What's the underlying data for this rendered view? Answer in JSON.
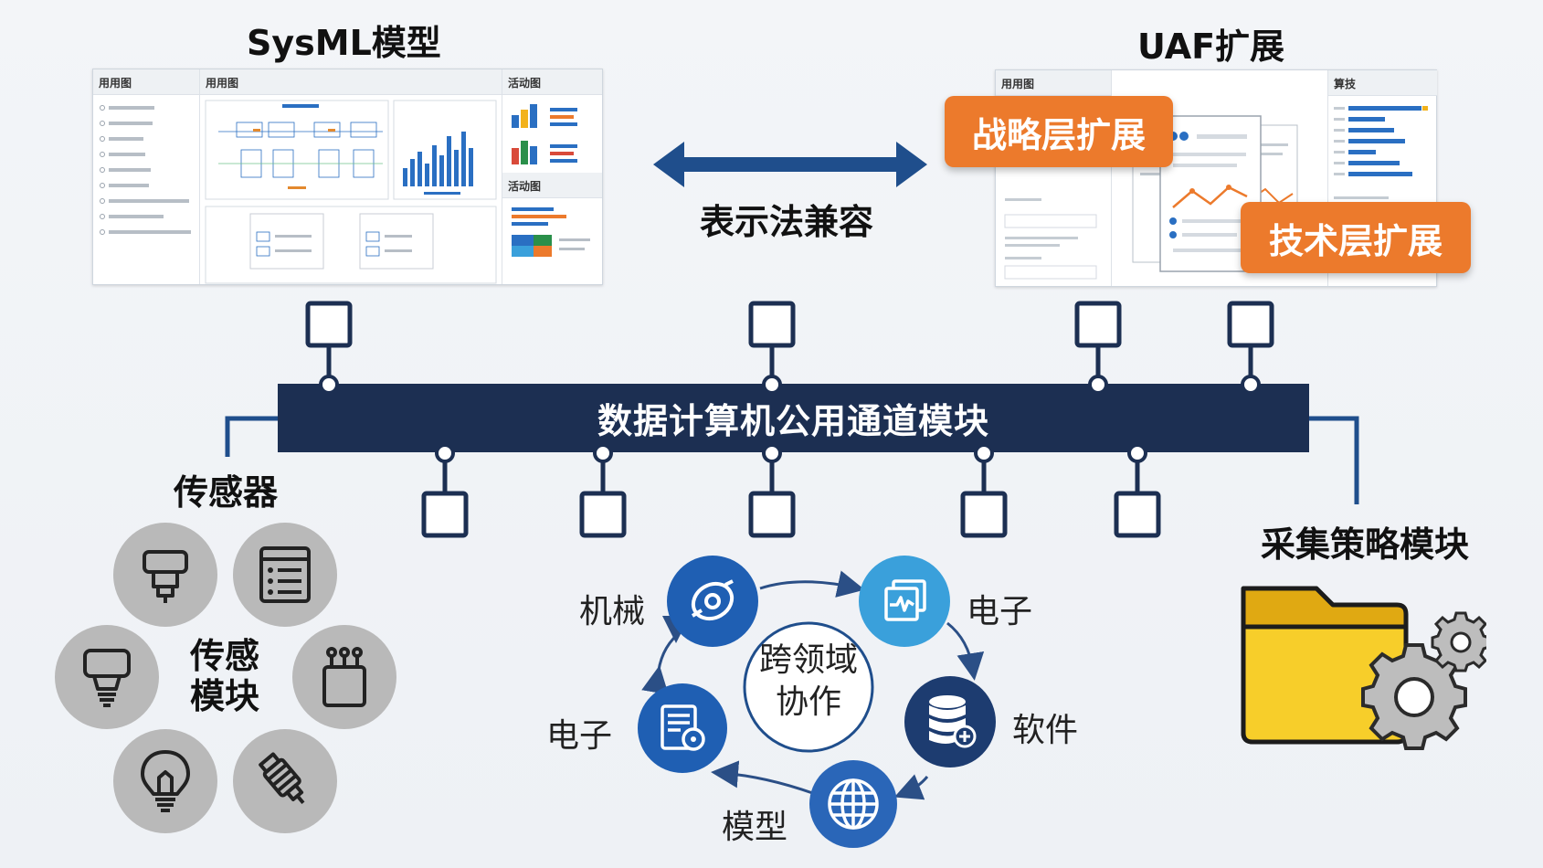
{
  "titles": {
    "sysml": "SysML模型",
    "uaf": "UAF扩展"
  },
  "sysml_panel": {
    "col1_header": "用用图",
    "col2_header": "用用图",
    "col3_header_top": "活动图",
    "col3_header_bottom": "活动图"
  },
  "uaf_panel": {
    "header_left": "用用图",
    "header_right": "算技",
    "strategy_label": "战略层扩展",
    "tech_label": "技术层扩展"
  },
  "compat_label": "表示法兼容",
  "bus_label": "数据计算机公用通道模块",
  "sensor": {
    "title": "传感器",
    "center_label_line1": "传感",
    "center_label_line2": "模块",
    "icons": [
      "flange-sensor-icon",
      "list-panel-icon",
      "bulb-socket-icon",
      "connector-icon",
      "lightbulb-icon",
      "probe-icon"
    ]
  },
  "collect_label": "采集策略模块",
  "domain_cycle": {
    "center_line1": "跨领域",
    "center_line2": "协作",
    "nodes": {
      "mechanical": "机械",
      "electronic_right": "电子",
      "software": "软件",
      "model": "模型",
      "electronic_left": "电子"
    }
  },
  "colors": {
    "bus": "#1c2f52",
    "orange": "#ec7a2c",
    "blue_dark": "#1f5fb3",
    "blue_light": "#3aa0db",
    "folder": "#f2c21b"
  }
}
